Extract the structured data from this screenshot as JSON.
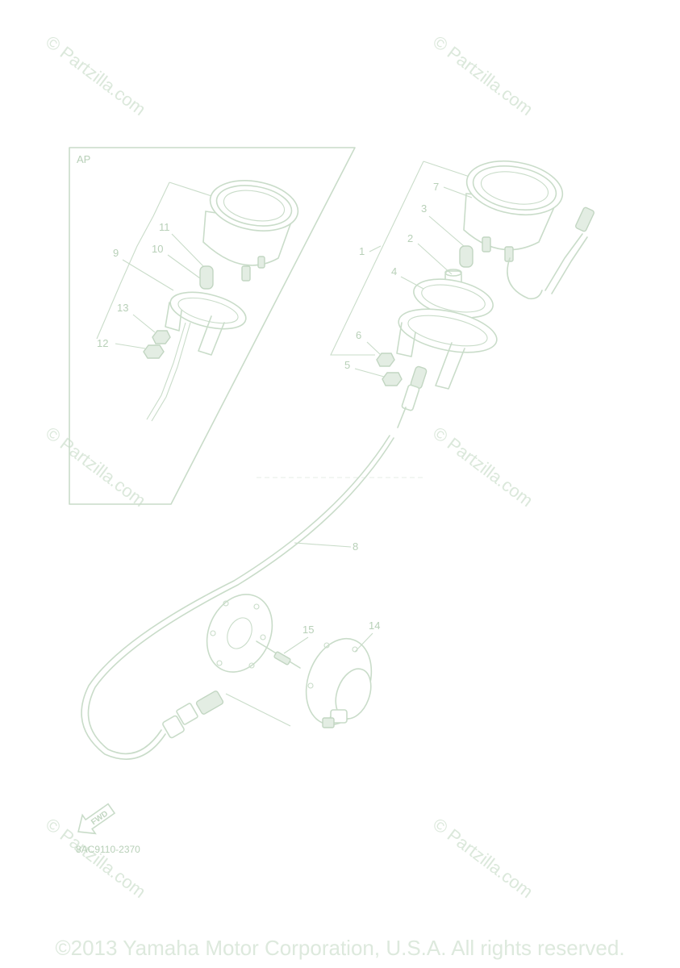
{
  "watermark": "© Partzilla.com",
  "inset": {
    "label": "AP"
  },
  "callouts": {
    "c1": "1",
    "c2": "2",
    "c3": "3",
    "c4": "4",
    "c5": "5",
    "c6": "6",
    "c7": "7",
    "c8": "8",
    "c9": "9",
    "c10": "10",
    "c11": "11",
    "c12": "12",
    "c13": "13",
    "c14": "14",
    "c15": "15"
  },
  "forward_arrow": {
    "label": "FWD"
  },
  "diagram_code": "8AC9110-2370",
  "copyright": "©2013 Yamaha Motor Corporation, U.S.A. All rights reserved."
}
